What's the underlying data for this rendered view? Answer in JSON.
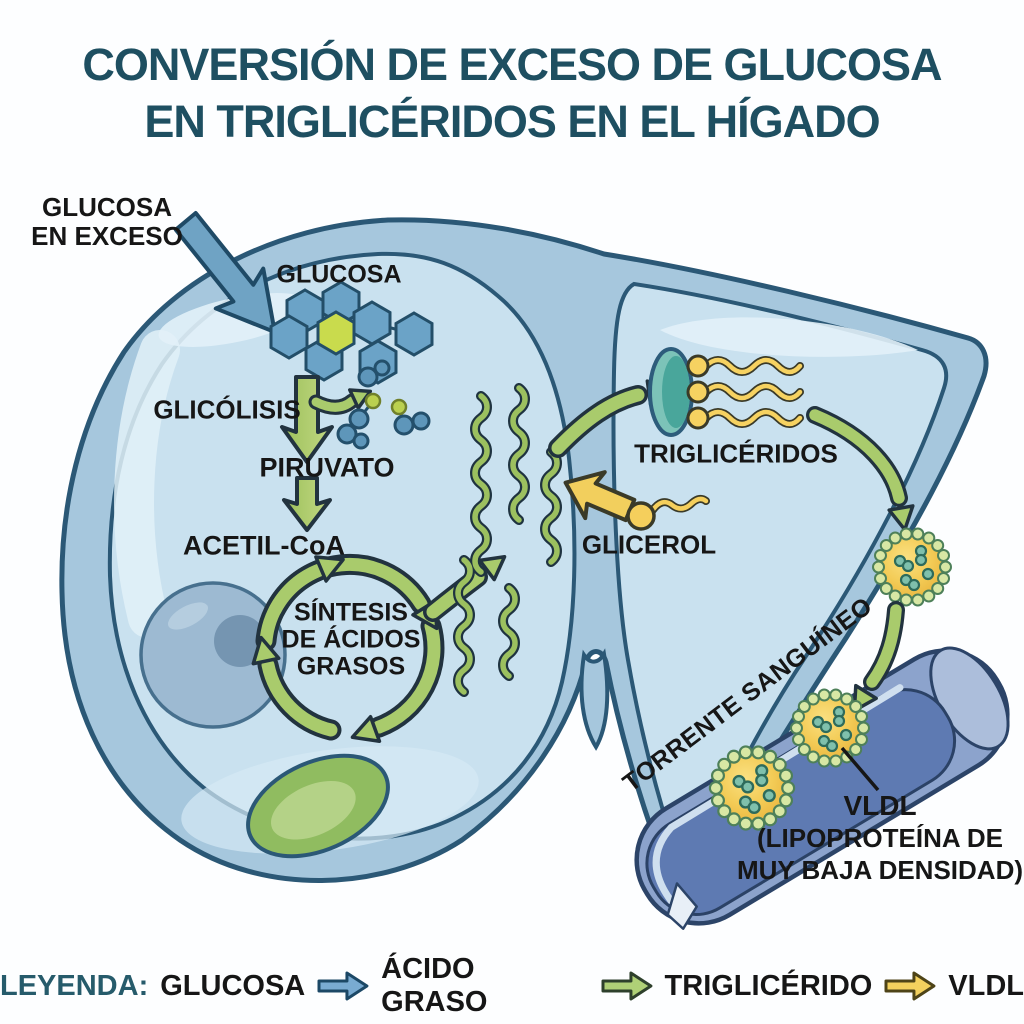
{
  "title": {
    "line1": "CONVERSIÓN DE EXCESO DE GLUCOSA",
    "line2": "EN TRIGLICÉRIDOS EN EL HÍGADO"
  },
  "labels": {
    "glucose_excess_line1": "GLUCOSA",
    "glucose_excess_line2": "EN EXCESO",
    "glucose": "GLUCOSA",
    "glycolysis": "GLICÓLISIS",
    "pyruvate": "PIRUVATO",
    "acetyl_coa": "ACETIL-CoA",
    "fatty_acid_synthesis_line1": "SÍNTESIS",
    "fatty_acid_synthesis_line2": "DE ÁCIDOS",
    "fatty_acid_synthesis_line3": "GRASOS",
    "triglycerides": "TRIGLICÉRIDOS",
    "glycerol": "GLICEROL",
    "bloodstream": "TORRENTE SANGUÍNEO",
    "vldl_line1": "VLDL",
    "vldl_line2": "(LIPOPROTEÍNA DE",
    "vldl_line3": "MUY BAJA DENSIDAD)"
  },
  "legend": {
    "label": "LEYENDA:",
    "items": [
      {
        "name": "GLUCOSA",
        "arrow_color": "#79ABD2"
      },
      {
        "name": "ÁCIDO GRASO",
        "arrow_color": "#AFD077"
      },
      {
        "name": "TRIGLICÉRIDO",
        "arrow_color": "#F3D15E"
      },
      {
        "name": "VLDL"
      }
    ]
  },
  "colors": {
    "title_text": "#1E4F61",
    "label_text": "#161616",
    "liver_outline": "#2B5876",
    "liver_base": "#A6C7DD",
    "liver_lobe": "#C9E1EF",
    "lobe_highlight": "#E2F1F8",
    "glucose_blue": "#6FA3C4",
    "fatty_acid_green": "#A9CB6C",
    "triglyceride_yellow": "#F2CF5D",
    "glycerol_backbone_teal": "#49A69B",
    "vldl_core_yellow": "#F3CC57",
    "vessel_outer": "#8CA3CC",
    "vessel_lumen": "#5E7AB2",
    "gallbladder_green": "#90BC60"
  }
}
